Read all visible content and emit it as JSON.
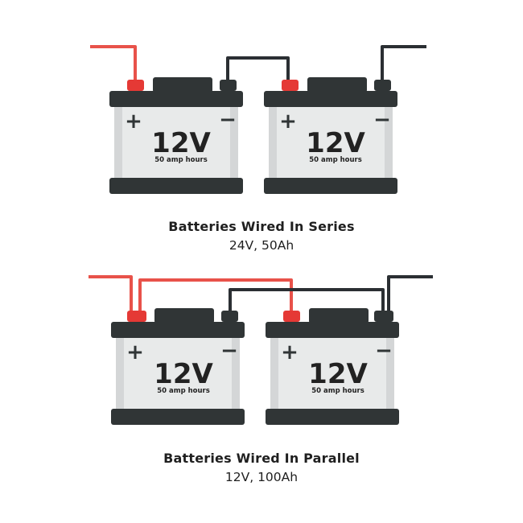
{
  "colors": {
    "positive_wire": "#e8524a",
    "positive_terminal": "#e53935",
    "negative_wire": "#2b2f33",
    "battery_dark": "#303536",
    "battery_body": "#e8eaea",
    "battery_panel": "#d4d6d7",
    "text": "#1f1f1f"
  },
  "battery": {
    "voltage_label": "12V",
    "capacity_label": "50 amp hours",
    "plus_symbol": "+",
    "minus_symbol": "−"
  },
  "sections": {
    "series": {
      "title": "Batteries Wired In Series",
      "spec": "24V, 50Ah"
    },
    "parallel": {
      "title": "Batteries Wired In Parallel",
      "spec": "12V, 100Ah"
    }
  }
}
